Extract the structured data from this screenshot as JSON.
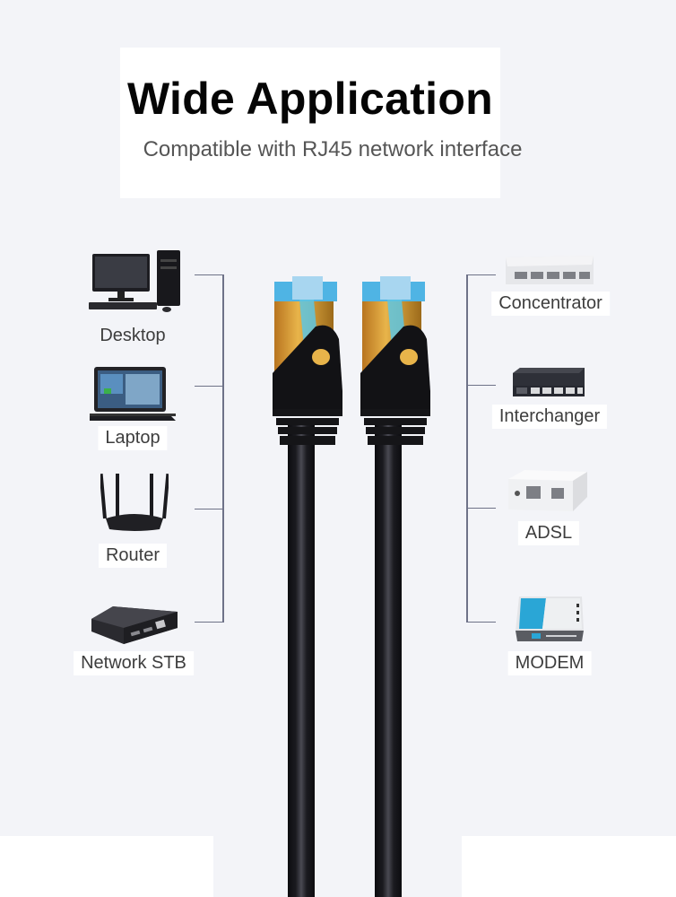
{
  "header": {
    "title": "Wide Application",
    "subtitle": "Compatible with RJ45 network interface"
  },
  "left_devices": [
    {
      "label": "Desktop",
      "icon": "desktop-computer-icon"
    },
    {
      "label": "Laptop",
      "icon": "laptop-icon"
    },
    {
      "label": "Router",
      "icon": "router-icon"
    },
    {
      "label": "Network STB",
      "icon": "set-top-box-icon"
    }
  ],
  "right_devices": [
    {
      "label": "Concentrator",
      "icon": "network-hub-icon"
    },
    {
      "label": "Interchanger",
      "icon": "network-switch-icon"
    },
    {
      "label": "ADSL",
      "icon": "adsl-splitter-icon"
    },
    {
      "label": "MODEM",
      "icon": "modem-icon"
    }
  ],
  "product": {
    "name": "RJ45 ethernet cable connectors",
    "connector_count": 2
  },
  "colors": {
    "background": "#f3f4f8",
    "panel": "#ffffff",
    "bracket_line": "#6e7288",
    "connector_gold": "#c8952f",
    "connector_clip": "#4fb4e4",
    "cable": "#141418"
  }
}
